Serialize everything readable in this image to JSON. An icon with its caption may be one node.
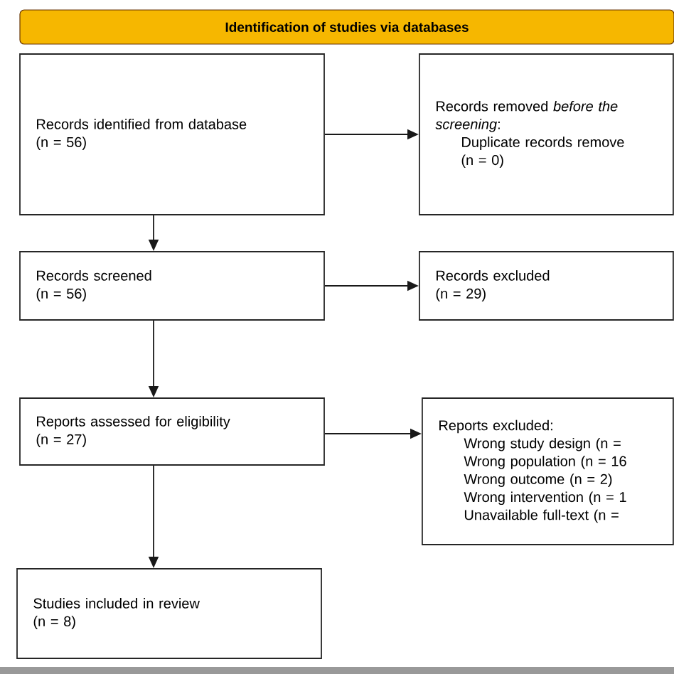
{
  "diagram": {
    "nodes": [
      {
        "text": [
          "Identification of studies via databases"
        ]
      },
      {
        "text": [
          "Records identified from database",
          "(n = 56)"
        ]
      },
      {
        "text": [
          "Records removed *before the screening*:",
          "Duplicate records remove",
          "(n = 0)"
        ]
      },
      {
        "text": [
          "Records screened",
          "(n = 56)"
        ]
      },
      {
        "text": [
          "Records excluded",
          "(n = 29)"
        ]
      },
      {
        "text": [
          "Reports assessed for eligibility",
          "(n = 27)"
        ]
      },
      {
        "text": [
          "Reports excluded:",
          "Wrong study design (n =",
          "Wrong population (n = 16",
          "Wrong outcome (n = 2)",
          "Wrong intervention (n = 1",
          "Unavailable full-text (n ="
        ]
      },
      {
        "text": [
          "Studies included in review",
          "(n = 8)"
        ]
      }
    ],
    "edges": [
      {
        "from": 1,
        "to": 2,
        "arrow": "to"
      },
      {
        "from": 1,
        "to": 3,
        "arrow": "to"
      },
      {
        "from": 3,
        "to": 4,
        "arrow": "to"
      },
      {
        "from": 3,
        "to": 5,
        "arrow": "to"
      },
      {
        "from": 5,
        "to": 6,
        "arrow": "to"
      },
      {
        "from": 5,
        "to": 7,
        "arrow": "to"
      }
    ]
  }
}
